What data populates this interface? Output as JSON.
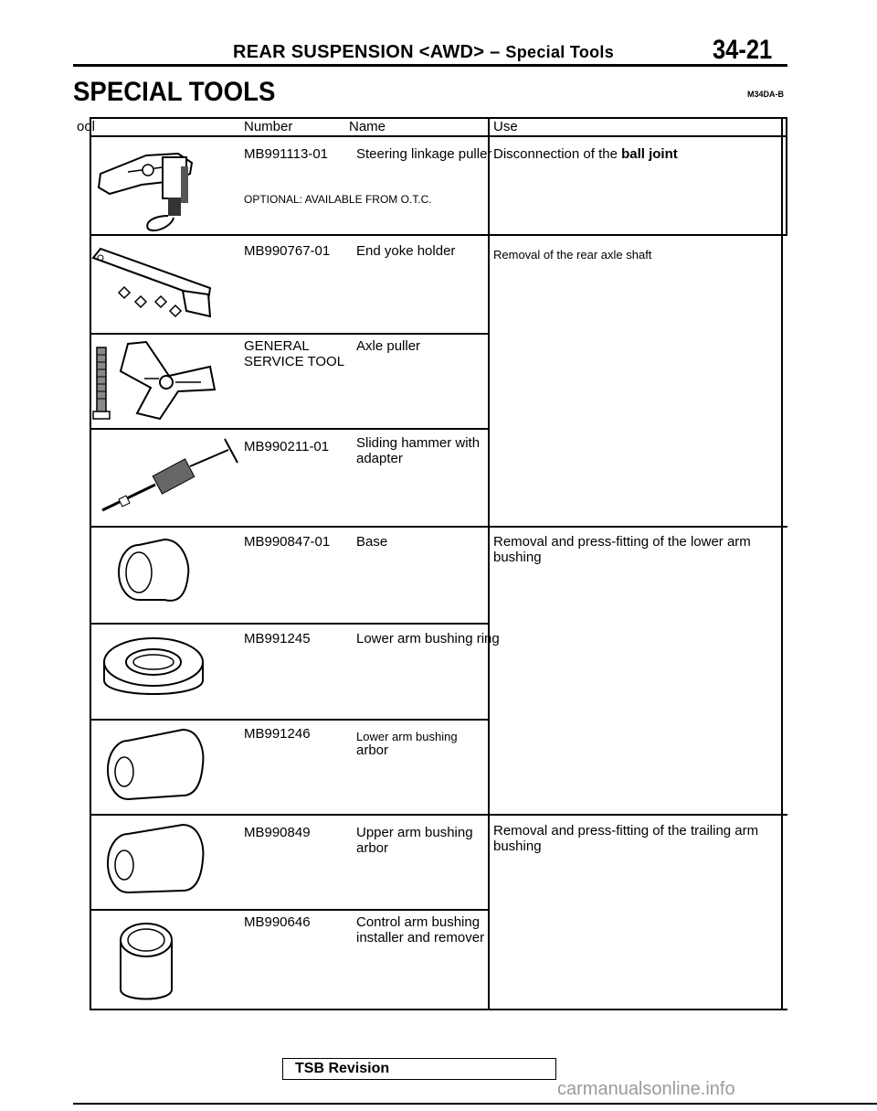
{
  "header": {
    "title_main": "REAR SUSPENSION",
    "title_awd": "<AWD>",
    "title_dash": "–",
    "title_sub": "Special Tools",
    "page_number": "34-21"
  },
  "section": {
    "title": "SPECIAL TOOLS",
    "code": "M34DA-B"
  },
  "table": {
    "columns": [
      "ool",
      "Number",
      "Name",
      "Use"
    ],
    "rows": [
      {
        "number": "MB991113-01",
        "name": "Steering linkage puller",
        "note": "OPTIONAL: AVAILABLE FROM O.T.C.",
        "icon": "steering-linkage-puller-icon"
      },
      {
        "number": "MB990767-01",
        "name": "End yoke holder",
        "icon": "end-yoke-holder-icon"
      },
      {
        "number_line1": "GENERAL",
        "number_line2": "SERVICE TOOL",
        "name": "Axle puller",
        "icon": "axle-puller-icon"
      },
      {
        "number": "MB990211-01",
        "name": "Sliding hammer with adapter",
        "icon": "sliding-hammer-icon"
      },
      {
        "number": "MB990847-01",
        "name": "Base",
        "icon": "base-cylinder-icon"
      },
      {
        "number": "MB991245",
        "name": "Lower arm bushing ring",
        "icon": "bushing-ring-icon"
      },
      {
        "number": "MB991246",
        "name_line1": "Lower arm bushing",
        "name_line2": "arbor",
        "icon": "bushing-arbor-icon"
      },
      {
        "number": "MB990849",
        "name": "Upper arm bushing arbor",
        "icon": "upper-arbor-icon"
      },
      {
        "number": "MB990646",
        "name": "Control arm bushing installer and remover",
        "icon": "control-arm-installer-icon"
      }
    ],
    "uses": [
      {
        "text_line1": "Disconnection of the ",
        "text_bold": "ball joint"
      },
      {
        "text": "Removal of the rear axle shaft"
      },
      {
        "text": "Removal and press-fitting of the lower arm bushing"
      },
      {
        "text": "Removal and press-fitting of the trailing arm bushing"
      }
    ]
  },
  "footer": {
    "tsb_label": "TSB Revision",
    "watermark": "carmanualsonline.info"
  }
}
